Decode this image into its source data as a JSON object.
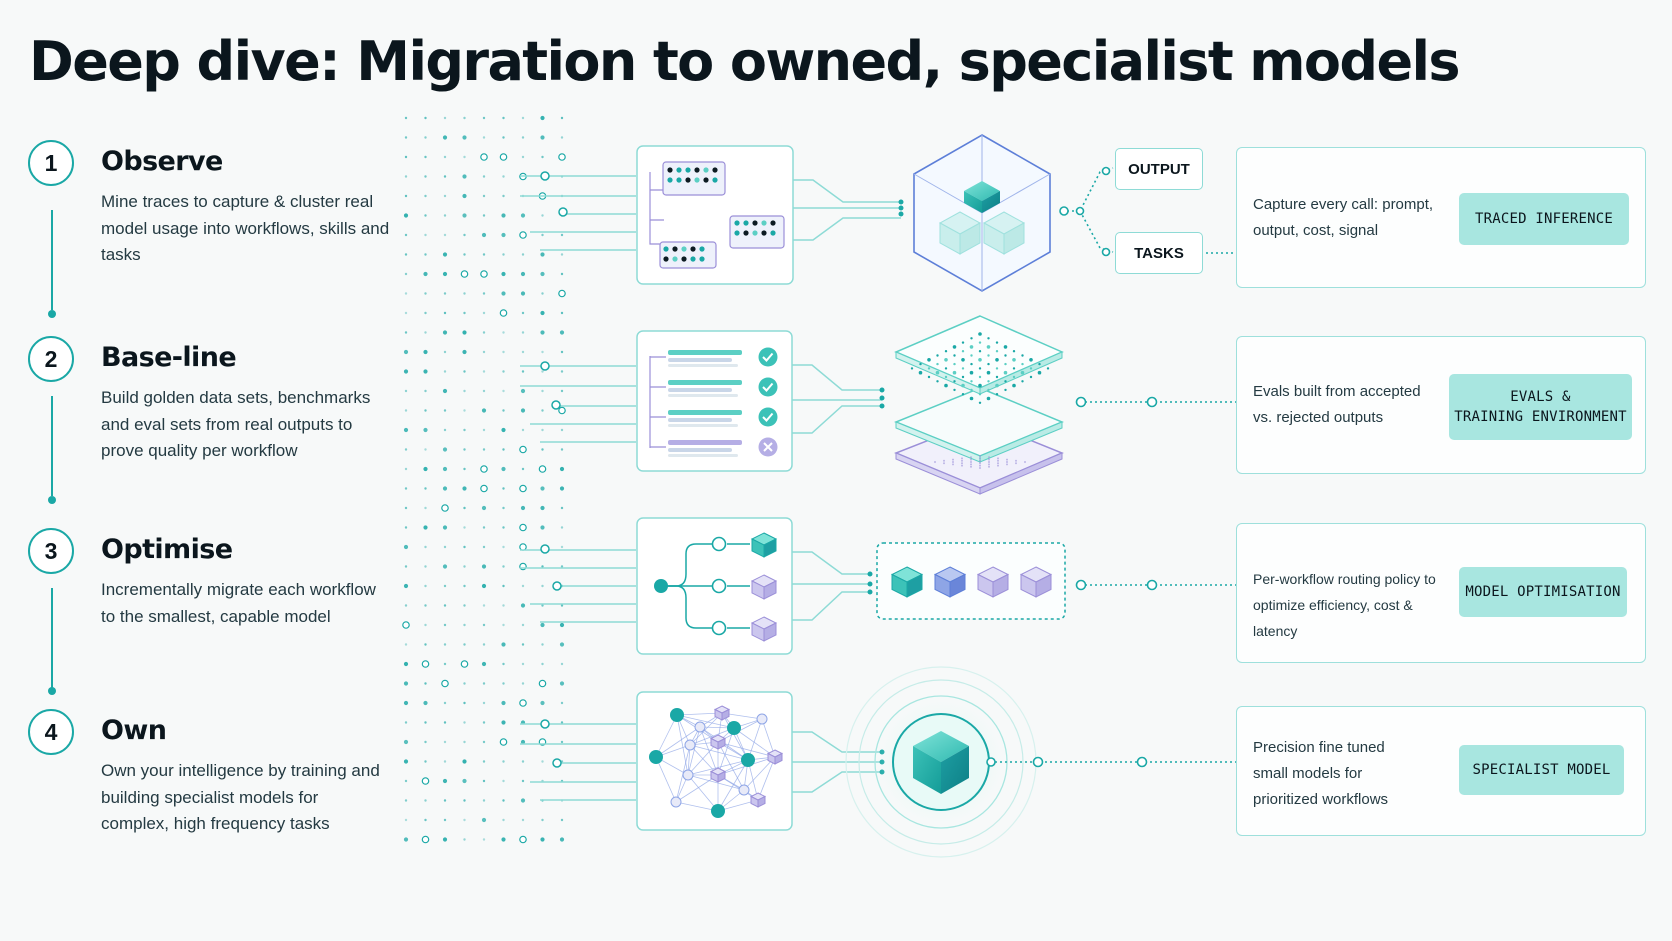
{
  "title": "Deep dive: Migration to owned, specialist models",
  "steps": [
    {
      "number": "1",
      "title": "Observe",
      "description": "Mine traces to capture & cluster real model usage into workflows, skills and tasks"
    },
    {
      "number": "2",
      "title": "Base-line",
      "description": "Build golden data sets, benchmarks and eval sets from real outputs to prove quality per workflow"
    },
    {
      "number": "3",
      "title": "Optimise",
      "description": "Incrementally migrate each workflow to the smallest, capable model"
    },
    {
      "number": "4",
      "title": "Own",
      "description": "Own your intelligence by training and building specialist models for complex, high frequency tasks"
    }
  ],
  "observe_outputs": {
    "output": "OUTPUT",
    "tasks": "TASKS"
  },
  "cards": [
    {
      "text": "Capture every call: prompt, output, cost, signal",
      "label": "TRACED INFERENCE"
    },
    {
      "text": "Evals built from accepted vs. rejected outputs",
      "label": "EVALS &\nTRAINING ENVIRONMENT"
    },
    {
      "text": "Per-workflow routing policy to optimize efficiency, cost & latency",
      "label": "MODEL OPTIMISATION"
    },
    {
      "text": "Precision fine tuned small models for prioritized workflows",
      "label": "SPECIALIST MODEL"
    }
  ],
  "colors": {
    "accent": "#1aa8a6",
    "pill": "#a8e6e0",
    "border": "#9ee0dc",
    "title": "#0b161d",
    "cube_blue": "#5d7fd8",
    "purple": "#9b8fd8"
  },
  "icons": [
    "trace-clusters-icon",
    "model-cube-icon",
    "checklist-icon",
    "layers-icon",
    "routing-tree-icon",
    "cube-row-icon",
    "neural-network-icon",
    "specialist-cube-icon"
  ]
}
